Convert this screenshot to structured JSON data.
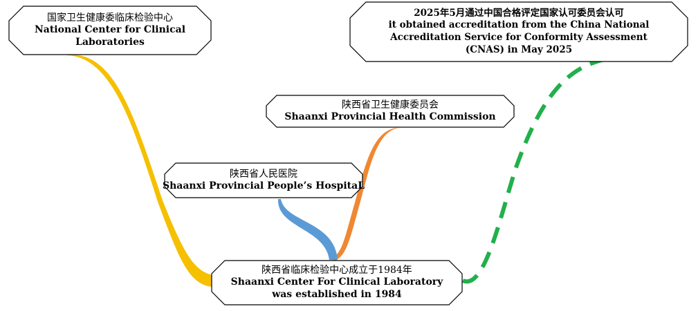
{
  "nodes": {
    "nccl": {
      "lines": [
        "国家卫生健康委临床检验中心",
        "National Center for Clinical",
        "Laboratories"
      ]
    },
    "cnas": {
      "lines": [
        "2025年5月通过中国合格评定国家认可委员会认可",
        "it obtained accreditation from the China National",
        "Accreditation Service for Conformity Assessment",
        "(CNAS) in May 2025"
      ]
    },
    "shc": {
      "lines": [
        "陕西省卫生健康委员会",
        "Shaanxi Provincial Health Commission"
      ]
    },
    "sph": {
      "lines": [
        "陕西省人民医院",
        "Shaanxi Provincial People’s HospitaL"
      ]
    },
    "scl": {
      "lines": [
        "陕西省临床检验中心成立于1984年",
        "Shaanxi Center For Clinical Laboratory",
        "was established in 1984"
      ]
    }
  },
  "colors": {
    "nccl_link": "#f5c000",
    "shc_link": "#ee8833",
    "sph_link": "#5b9bd5",
    "cnas_link": "#21b04b",
    "node_border": "#000000"
  }
}
